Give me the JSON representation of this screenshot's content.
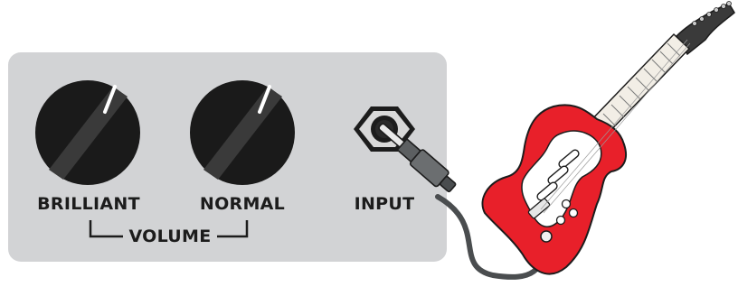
{
  "panel": {
    "knobs": [
      {
        "label": "BRILLIANT"
      },
      {
        "label": "NORMAL"
      }
    ],
    "input_label": "INPUT",
    "group_label": "VOLUME"
  },
  "colors": {
    "panel": "#d2d3d5",
    "knob_dark": "#1a1a1a",
    "knob_stripe": "#3a3a3a",
    "guitar_body": "#e8202a",
    "pickguard": "#ffffff",
    "neck": "#f2eee6",
    "headstock_dark": "#3a3a3a",
    "cable": "#4a4d4f"
  },
  "icons": {
    "knob_1": "volume-knob-icon",
    "knob_2": "volume-knob-icon",
    "jack": "input-jack-icon",
    "plug": "instrument-plug-icon",
    "guitar": "electric-guitar-icon"
  }
}
